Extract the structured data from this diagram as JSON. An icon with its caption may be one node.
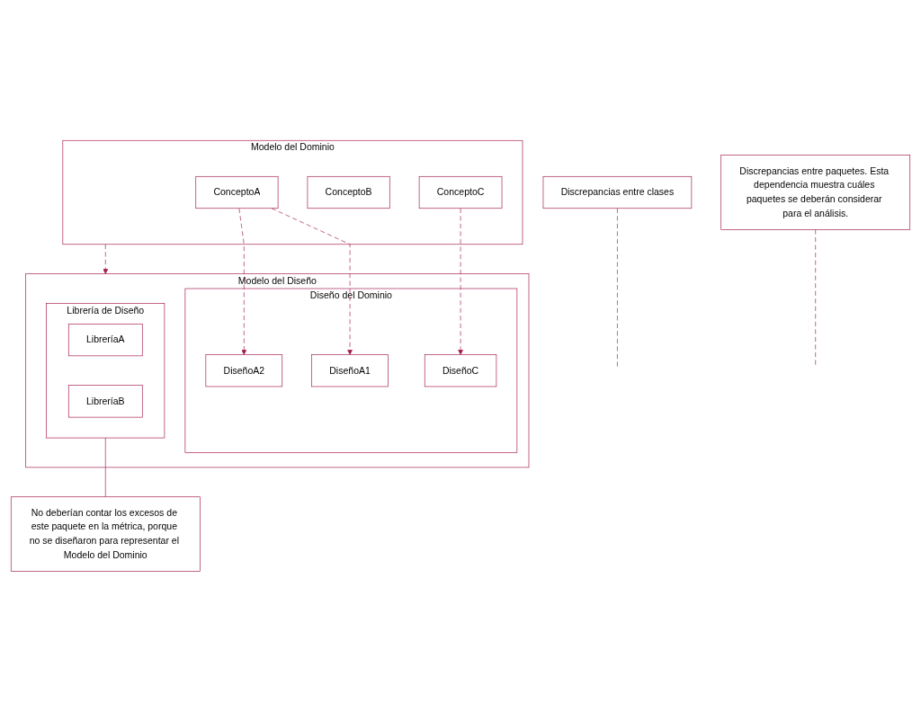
{
  "diagram": {
    "nodes": [
      {
        "text": [
          "Modelo del Dominio"
        ]
      },
      {
        "text": [
          "ConceptoA"
        ],
        "in": 0
      },
      {
        "text": [
          "ConceptoB"
        ],
        "in": 0
      },
      {
        "text": [
          "ConceptoC"
        ],
        "in": 0
      },
      {
        "text": [
          "Discrepancias entre clases"
        ]
      },
      {
        "text": [
          "Discrepancias entre paquetes. Esta dependencia muestra cuáles paquetes se deberán considerar para el análisis."
        ]
      },
      {
        "text": [
          "Modelo del Diseño"
        ]
      },
      {
        "text": [
          "Diseño del Dominio"
        ],
        "in": 6
      },
      {
        "text": [
          "DiseñoA1"
        ],
        "in": 7
      },
      {
        "text": [
          "DiseñoA2"
        ],
        "in": 7
      },
      {
        "text": [
          "DiseñoC"
        ],
        "in": 7
      },
      {
        "text": [
          "Librería de Diseño"
        ],
        "in": 6
      },
      {
        "text": [
          "LibreríaA"
        ],
        "in": 11
      },
      {
        "text": [
          "LibreríaB"
        ],
        "in": 11
      },
      {
        "text": [
          "No deberían contar los excesos de este paquete en la métrica, porque no se diseñaron para representar el Modelo del Dominio"
        ]
      }
    ],
    "edges": [
      {
        "from": 1,
        "to": 8,
        "arrow": "to",
        "style": "dashed"
      },
      {
        "from": 1,
        "to": 9,
        "arrow": "to",
        "style": "dashed"
      },
      {
        "from": 0,
        "to": 6,
        "arrow": "to",
        "style": "dashed"
      },
      {
        "from": 3,
        "to": 10,
        "arrow": "to",
        "style": "dashed"
      },
      {
        "from": 4,
        "to": null,
        "arrow": "none",
        "style": "dashed"
      },
      {
        "from": 5,
        "to": null,
        "arrow": "none",
        "style": "dashed"
      },
      {
        "from": 11,
        "to": 14,
        "arrow": "none"
      }
    ]
  }
}
